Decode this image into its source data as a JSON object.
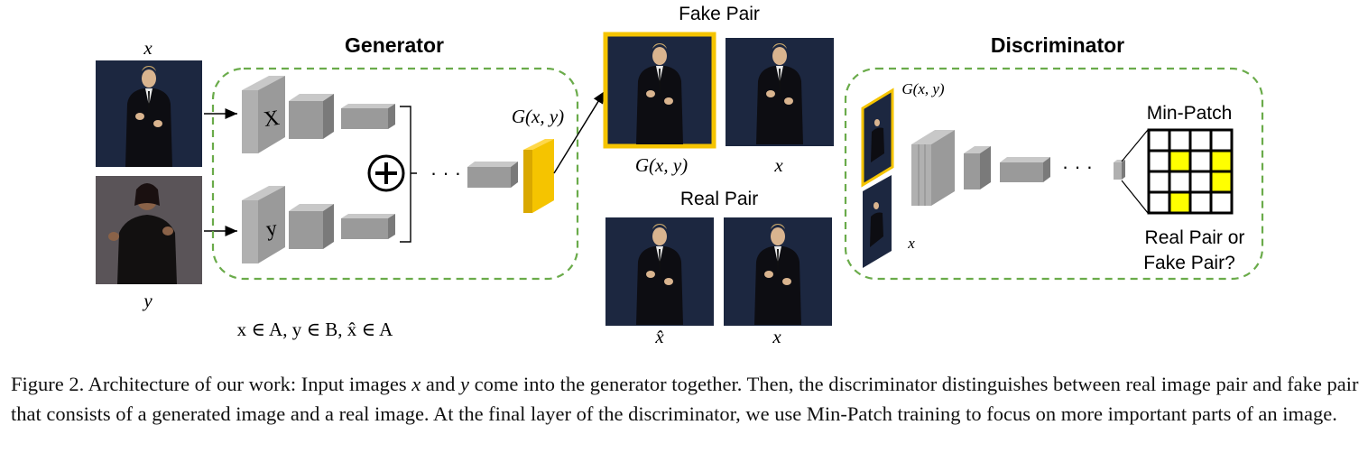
{
  "generator": {
    "title": "Generator",
    "input_x_label": "x",
    "input_y_label": "y",
    "block_x_letter": "X",
    "block_y_letter": "y",
    "sum_symbol": "+",
    "ellipsis": "· · ·",
    "output_label": "G(x, y)",
    "domains": "x ∈ A, y ∈ B, x̂ ∈ A"
  },
  "fake_pair": {
    "title": "Fake Pair",
    "left_label": "G(x, y)",
    "right_label": "x"
  },
  "real_pair": {
    "title": "Real Pair",
    "left_label": "x̂",
    "right_label": "x"
  },
  "discriminator": {
    "title": "Discriminator",
    "input_top_label": "G(x, y)",
    "input_bottom_label": "x",
    "ellipsis": "· · ·",
    "patch_title": "Min-Patch",
    "question_line1": "Real Pair or",
    "question_line2": "Fake Pair?",
    "patch_grid_highlight": [
      [
        0,
        0,
        0,
        0
      ],
      [
        0,
        1,
        0,
        1
      ],
      [
        0,
        0,
        0,
        1
      ],
      [
        0,
        1,
        0,
        0
      ]
    ]
  },
  "colors": {
    "dashed_border": "#6aab4a",
    "highlight": "#f5c400",
    "patch_highlight": "#ffff00",
    "photo_bg": "#1c2740",
    "photo_bg_gray": "#5a5458",
    "block_front": "#9a9a9a",
    "block_top": "#c8c8c8",
    "block_side": "#7a7a7a"
  },
  "caption": {
    "prefix": "Figure 2. Architecture of our work: Input images ",
    "var_x": "x",
    "mid1": " and ",
    "var_y": "y",
    "rest": " come into the generator together. Then, the discriminator distinguishes between real image pair and fake pair that consists of a generated image and a real image. At the final layer of the discriminator, we use Min-Patch training to focus on more important parts of an image."
  }
}
